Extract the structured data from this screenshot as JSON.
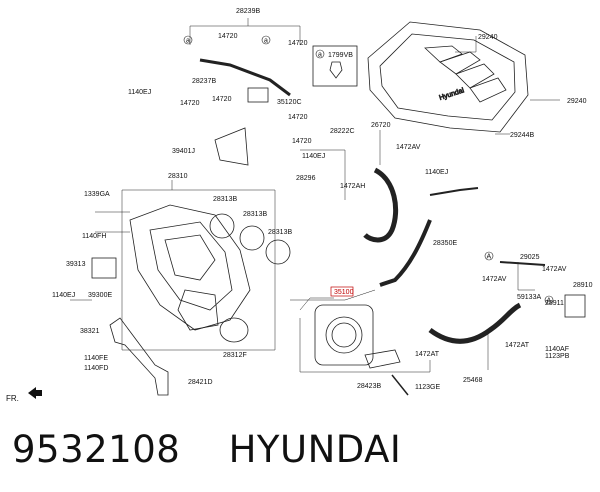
{
  "diagram": {
    "labels": {
      "p28239B": "28239B",
      "p14720_a": "14720",
      "p14720_b": "14720",
      "p1799VB": "1799VB",
      "p29240": "29240",
      "p28237B": "28237B",
      "p1140EJ_a": "1140EJ",
      "p14720_c": "14720",
      "p14720_d": "14720",
      "p35120C": "35120C",
      "p29240_r": "29240",
      "p14720_e": "14720",
      "p28222C": "28222C",
      "p26720": "26720",
      "p14720_f": "14720",
      "p39401J": "39401J",
      "p1140EJ_b": "1140EJ",
      "p29244B": "29244B",
      "p1472AV_a": "1472AV",
      "p28310": "28310",
      "p28296": "28296",
      "p1472AH": "1472AH",
      "p1140EJ_c": "1140EJ",
      "p1339GA": "1339GA",
      "p28313B_a": "28313B",
      "p28313B_b": "28313B",
      "p28313B_c": "28313B",
      "p1140FH": "1140FH",
      "p28350E": "28350E",
      "p39313": "39313",
      "p1140EJ_d": "1140EJ",
      "p39300E": "39300E",
      "p35100": "35100",
      "p29025": "29025",
      "p1472AV_b": "1472AV",
      "p1472AV_c": "1472AV",
      "p28910": "28910",
      "p59133A": "59133A",
      "p28911": "28911",
      "p38321": "38321",
      "p1140FE": "1140FE",
      "p1140FD": "1140FD",
      "p28312F": "28312F",
      "p1472AT_a": "1472AT",
      "p1472AT_b": "1472AT",
      "p1140AF": "1140AF",
      "p1123PB": "1123PB",
      "p28421D": "28421D",
      "p28423B": "28423B",
      "p1123GE": "1123GE",
      "p25468": "25468",
      "fr": "FR."
    },
    "callouts": {
      "a": "a",
      "A": "A"
    },
    "highlight_color": "#c00000",
    "line_color": "#222222"
  },
  "caption": {
    "part_number": "9532108",
    "brand": "HYUNDAI"
  }
}
